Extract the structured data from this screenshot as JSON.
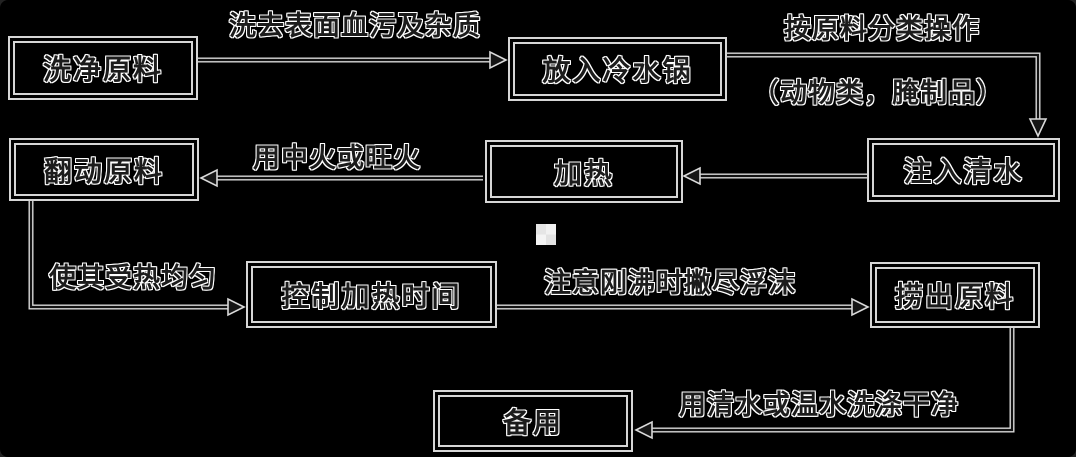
{
  "colors": {
    "background": "#000000",
    "box_fill": "#000000",
    "box_border": "#d6d6d6",
    "connector_light": "#d9d9d9",
    "connector_dark": "#121212",
    "text": "#1c1c1c",
    "text_halo": "#ffffff",
    "artifact": "#e9e9e9"
  },
  "diagram_type": "flowchart",
  "nodes": {
    "wash": {
      "label": "洗净原料"
    },
    "pot": {
      "label": "放入冷水锅"
    },
    "water": {
      "label": "注入清水"
    },
    "heat": {
      "label": "加热"
    },
    "turn": {
      "label": "翻动原料"
    },
    "control": {
      "label": "控制加热时间"
    },
    "remove": {
      "label": "捞出原料"
    },
    "reserve": {
      "label": "备用"
    }
  },
  "edges": {
    "wash_to_pot": {
      "from": "洗净原料",
      "to": "放入冷水锅",
      "label": "洗去表面血污及杂质"
    },
    "pot_to_water": {
      "from": "放入冷水锅",
      "to": "注入清水",
      "label_top": "按原料分类操作",
      "label_bottom": "（动物类，腌制品）"
    },
    "water_to_heat": {
      "from": "注入清水",
      "to": "加热"
    },
    "heat_to_turn": {
      "from": "加热",
      "to": "翻动原料",
      "label": "用中火或旺火"
    },
    "turn_to_control": {
      "from": "翻动原料",
      "to": "控制加热时间",
      "label": "使其受热均匀"
    },
    "control_to_remove": {
      "from": "控制加热时间",
      "to": "捞出原料",
      "label": "注意刚沸时撇尽浮沫"
    },
    "remove_to_reserve": {
      "from": "捞出原料",
      "to": "备用",
      "label": "用清水或温水洗涤干净"
    }
  }
}
